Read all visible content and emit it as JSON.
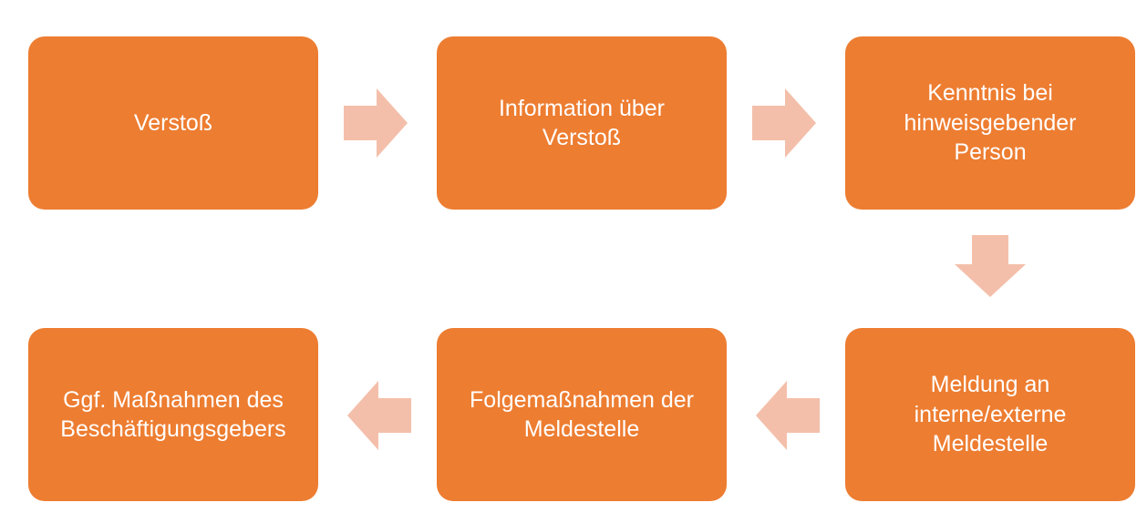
{
  "colors": {
    "box": "#ED7D31",
    "arrow": "#F4BFAA",
    "text": "#FFFFFF",
    "background": "#FFFFFF"
  },
  "steps": [
    {
      "label": "Verstoß"
    },
    {
      "label": "Information über\nVerstoß"
    },
    {
      "label": "Kenntnis bei\nhinweisgebender\nPerson"
    },
    {
      "label": "Meldung an\ninterne/externe\nMeldestelle"
    },
    {
      "label": "Folgemaßnahmen der\nMeldestelle"
    },
    {
      "label": "Ggf. Maßnahmen des\nBeschäftigungsgebers"
    }
  ]
}
